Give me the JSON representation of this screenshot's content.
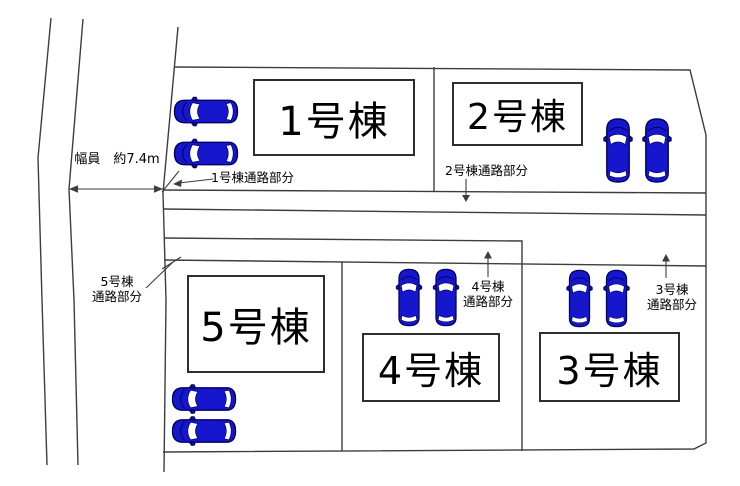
{
  "colors": {
    "car_body": "#1616cd",
    "car_outline": "#000060",
    "car_window": "#ffffff",
    "line": "#3d3d3d",
    "text": "#000000",
    "background": "#ffffff"
  },
  "road": {
    "width_label": "幅員　約7.4m"
  },
  "buildings": [
    {
      "label": "1号棟"
    },
    {
      "label": "2号棟"
    },
    {
      "label": "3号棟"
    },
    {
      "label": "4号棟"
    },
    {
      "label": "5号棟"
    }
  ],
  "passages": {
    "b1": "1号棟通路部分",
    "b2": "2号棟通路部分",
    "b3_line1": "3号棟",
    "b3_line2": "通路部分",
    "b4_line1": "4号棟",
    "b4_line2": "通路部分",
    "b5_line1": "5号棟",
    "b5_line2": "通路部分"
  },
  "parking": {
    "car_count": 10
  }
}
